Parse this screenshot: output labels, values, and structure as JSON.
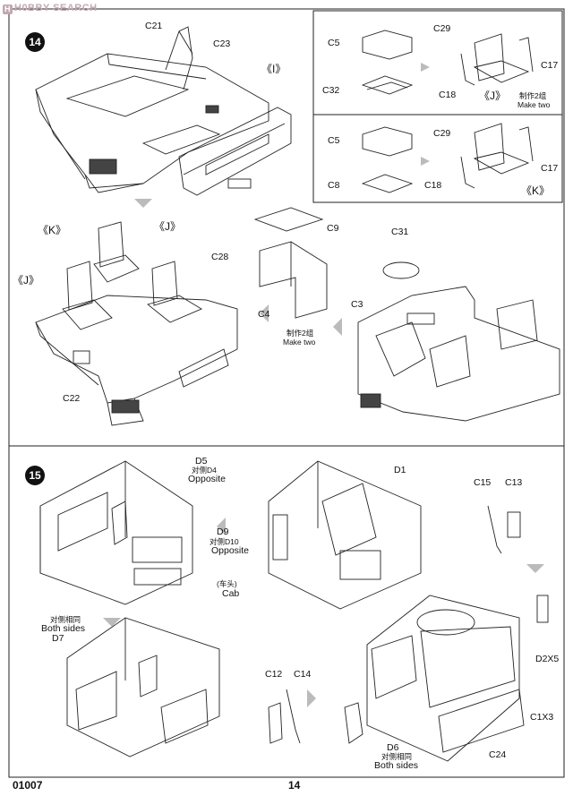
{
  "watermark": {
    "badge": "H",
    "text": "H0BBY SEARCH"
  },
  "steps": {
    "s14": "14",
    "s15": "15"
  },
  "footer": {
    "code": "01007",
    "page": "14"
  },
  "labels": {
    "c21": "C21",
    "c23": "C23",
    "i_mark": "《I》",
    "c5a": "C5",
    "c32": "C32",
    "c29a": "C29",
    "c17a": "C17",
    "c18a": "C18",
    "j_mark_box": "《J》",
    "make_two_cn_a": "制作2组",
    "make_two_a": "Make two",
    "c5b": "C5",
    "c8": "C8",
    "c29b": "C29",
    "c17b": "C17",
    "c18b": "C18",
    "k_mark_box": "《K》",
    "k_mark": "《K》",
    "j_mark_1": "《J》",
    "j_mark_2": "《J》",
    "c22": "C22",
    "c9": "C9",
    "c28": "C28",
    "c4": "C4",
    "make_two_cn_b": "制作2组",
    "make_two_b": "Make two",
    "c31": "C31",
    "c3": "C3",
    "d5": "D5",
    "d4_cn": "对侧D4",
    "d4_opp": "Opposite",
    "d9": "D9",
    "d10_cn": "对侧D10",
    "d10_opp": "Opposite",
    "cab_cn": "(车头)",
    "cab": "Cab",
    "both_cn_a": "对侧相同",
    "both_a": "Both sides",
    "d7": "D7",
    "d1": "D1",
    "c15": "C15",
    "c13": "C13",
    "d2x5": "D2X5",
    "c1x3": "C1X3",
    "c24": "C24",
    "c12": "C12",
    "c14": "C14",
    "d6": "D6",
    "both_cn_b": "对侧相同",
    "both_b": "Both sides"
  }
}
